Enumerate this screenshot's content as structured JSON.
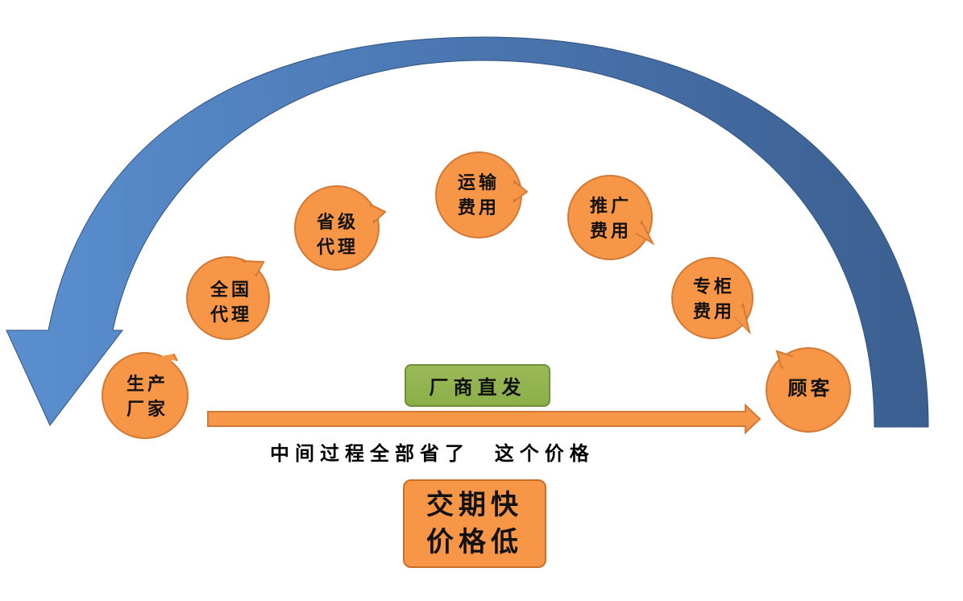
{
  "bubbles": [
    {
      "id": "manufacturer",
      "line1": "生产",
      "line2": "厂家"
    },
    {
      "id": "national-agent",
      "line1": "全国",
      "line2": "代理"
    },
    {
      "id": "provincial-agent",
      "line1": "省级",
      "line2": "代理"
    },
    {
      "id": "shipping-cost",
      "line1": "运输",
      "line2": "费用"
    },
    {
      "id": "promotion-cost",
      "line1": "推广",
      "line2": "费用"
    },
    {
      "id": "counter-cost",
      "line1": "专柜",
      "line2": "费用"
    },
    {
      "id": "customer",
      "line1": "顾客",
      "line2": ""
    }
  ],
  "direct_label": "厂商直发",
  "middle_text": "中间过程全部省了  这个价格",
  "result": {
    "line1": "交期快",
    "line2": "价格低"
  },
  "colors": {
    "bubble_fill": "#f79646",
    "bubble_stroke": "#d27a35",
    "arc_light": "#4f81bd",
    "arc_dark": "#3a5f8f",
    "direct_green": "#9bbb59"
  }
}
